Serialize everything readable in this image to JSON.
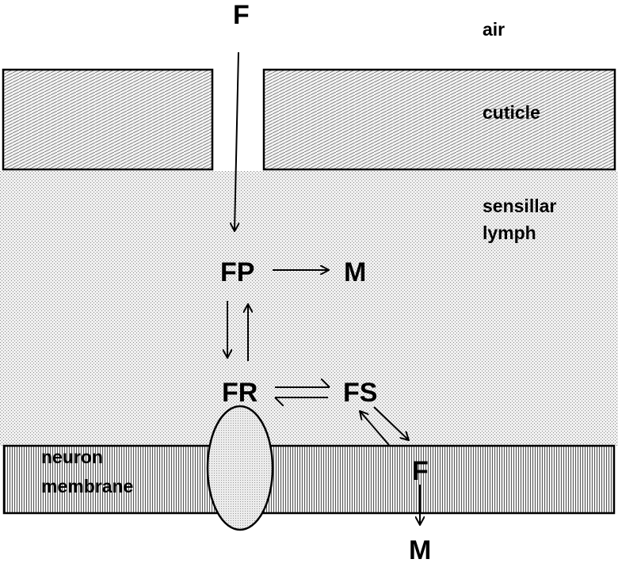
{
  "regions": {
    "air": "air",
    "cuticle": "cuticle",
    "lymph_line1": "sensillar",
    "lymph_line2": "lymph",
    "membrane_line1": "neuron",
    "membrane_line2": "membrane"
  },
  "species": {
    "f_top": "F",
    "fp": "FP",
    "m_top": "M",
    "fr": "FR",
    "fs": "FS",
    "f_membrane": "F",
    "m_bottom": "M"
  },
  "colors": {
    "lymph_fill": "#dadada",
    "cuticle_fill": "#ebebeb",
    "membrane_fill": "#d9d9d9",
    "receptor_fill": "#e3e3e3",
    "stroke": "#000000"
  }
}
